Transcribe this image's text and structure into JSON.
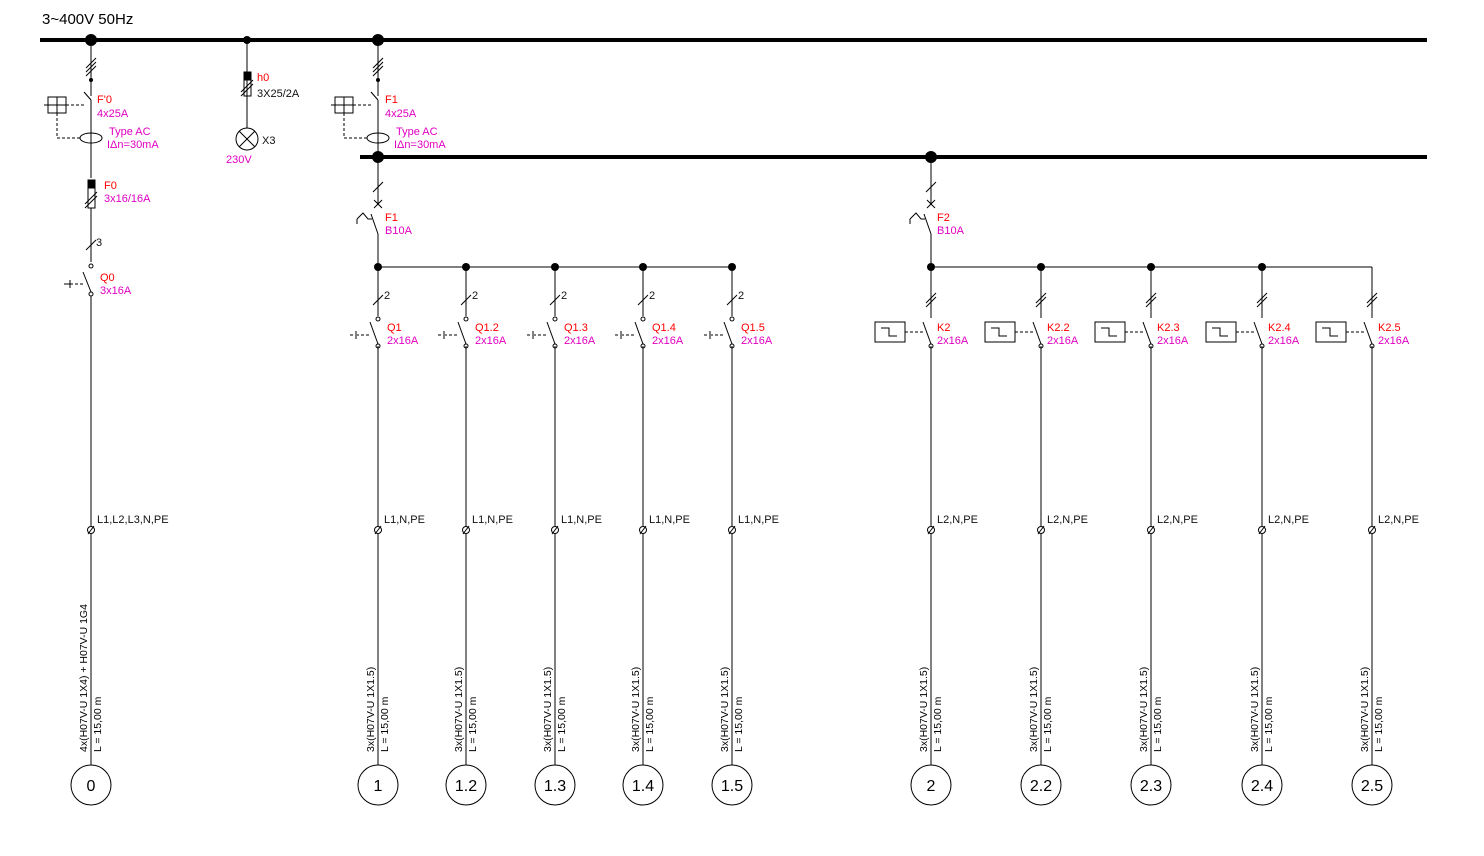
{
  "title": "3~400V 50Hz",
  "feed": {
    "main_rcd": {
      "id": "F'0",
      "rating": "4x25A",
      "type": "Type AC",
      "sens": "IΔn=30mA"
    },
    "fuse": {
      "id": "F0",
      "rating": "3x16/16A"
    },
    "switch": {
      "id": "Q0",
      "rating": "3x16A",
      "poles": "3"
    },
    "cable_spec": "4x(H07V-U 1X4) + H07V-U 1G4",
    "cable_len": "L = 15,00 m",
    "phases": "L1,L2,L3,N,PE",
    "terminal": "0"
  },
  "lamp": {
    "id": "h0",
    "fuse": "3X25/2A",
    "label": "X3",
    "voltage": "230V"
  },
  "group1": {
    "rcd": {
      "id": "F1",
      "rating": "4x25A",
      "type": "Type AC",
      "sens": "IΔn=30mA"
    },
    "mcb": {
      "id": "F1",
      "rating": "B10A"
    },
    "circuits": [
      {
        "id": "Q1",
        "rating": "2x16A",
        "poles": "2",
        "phases": "L1,N,PE",
        "cable": "3x(H07V-U 1X1.5)",
        "len": "L = 15,00 m",
        "terminal": "1"
      },
      {
        "id": "Q1.2",
        "rating": "2x16A",
        "poles": "2",
        "phases": "L1,N,PE",
        "cable": "3x(H07V-U 1X1.5)",
        "len": "L = 15,00 m",
        "terminal": "1.2"
      },
      {
        "id": "Q1.3",
        "rating": "2x16A",
        "poles": "2",
        "phases": "L1,N,PE",
        "cable": "3x(H07V-U 1X1.5)",
        "len": "L = 15,00 m",
        "terminal": "1.3"
      },
      {
        "id": "Q1.4",
        "rating": "2x16A",
        "poles": "2",
        "phases": "L1,N,PE",
        "cable": "3x(H07V-U 1X1.5)",
        "len": "L = 15,00 m",
        "terminal": "1.4"
      },
      {
        "id": "Q1.5",
        "rating": "2x16A",
        "poles": "2",
        "phases": "L1,N,PE",
        "cable": "3x(H07V-U 1X1.5)",
        "len": "L = 15,00 m",
        "terminal": "1.5"
      }
    ]
  },
  "group2": {
    "mcb": {
      "id": "F2",
      "rating": "B10A"
    },
    "circuits": [
      {
        "id": "K2",
        "rating": "2x16A",
        "phases": "L2,N,PE",
        "cable": "3x(H07V-U 1X1.5)",
        "len": "L = 15,00 m",
        "terminal": "2"
      },
      {
        "id": "K2.2",
        "rating": "2x16A",
        "phases": "L2,N,PE",
        "cable": "3x(H07V-U 1X1.5)",
        "len": "L = 15,00 m",
        "terminal": "2.2"
      },
      {
        "id": "K2.3",
        "rating": "2x16A",
        "phases": "L2,N,PE",
        "cable": "3x(H07V-U 1X1.5)",
        "len": "L = 15,00 m",
        "terminal": "2.3"
      },
      {
        "id": "K2.4",
        "rating": "2x16A",
        "phases": "L2,N,PE",
        "cable": "3x(H07V-U 1X1.5)",
        "len": "L = 15,00 m",
        "terminal": "2.4"
      },
      {
        "id": "K2.5",
        "rating": "2x16A",
        "phases": "L2,N,PE",
        "cable": "3x(H07V-U 1X1.5)",
        "len": "L = 15,00 m",
        "terminal": "2.5"
      }
    ]
  },
  "colors": {
    "id": "#ff0000",
    "rating": "#e000c0",
    "line": "#000000"
  }
}
